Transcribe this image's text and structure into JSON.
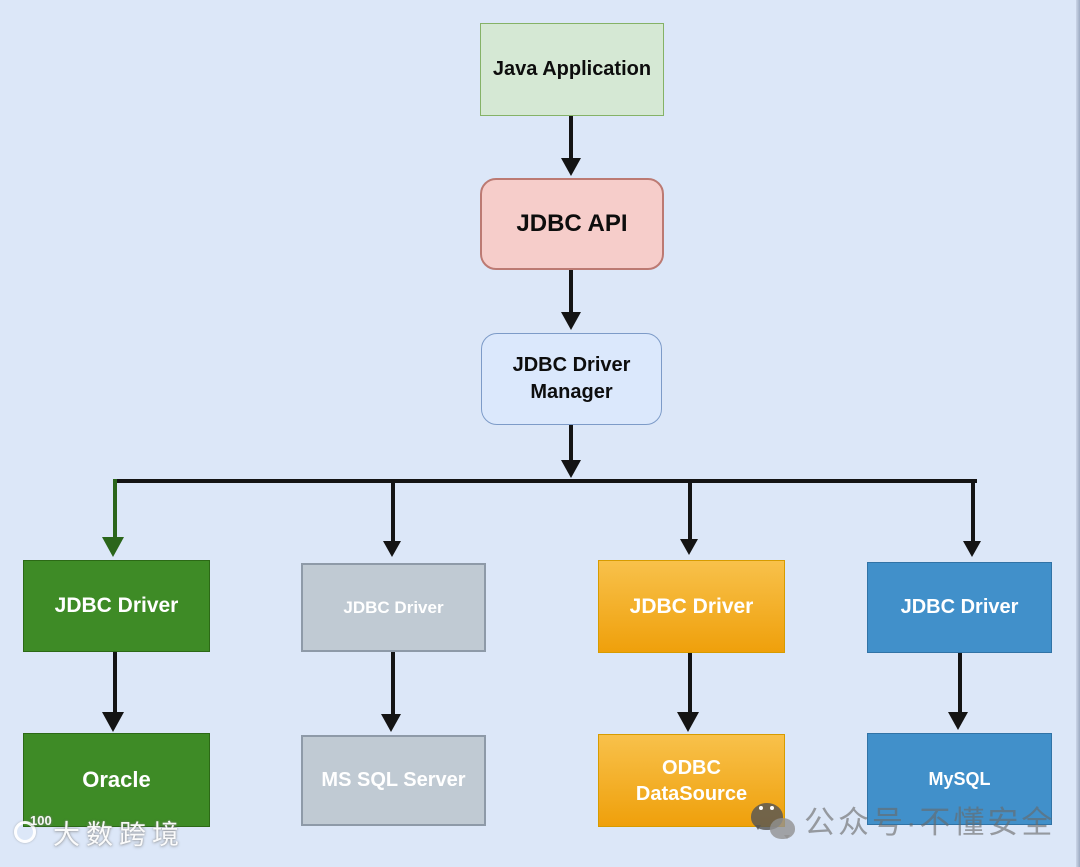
{
  "page": {
    "background": "#dce7f8"
  },
  "diagram": {
    "nodes": {
      "java_app": {
        "label": "Java Application",
        "fill": "#d5e8d4",
        "border": "#85b267",
        "text_color": "#000000"
      },
      "jdbc_api": {
        "label": "JDBC API",
        "fill": "#f6cdca",
        "border": "#bc7a73",
        "text_color": "#000000"
      },
      "driver_manager": {
        "label": "JDBC Driver Manager",
        "fill": "#dbe8fc",
        "border": "#7d9bc8",
        "text_color": "#000000"
      },
      "driver_oracle": {
        "label": "JDBC Driver",
        "fill": "#3e8b26",
        "border": "#2c6916",
        "text_color": "#ffffff"
      },
      "driver_mssql": {
        "label": "JDBC Driver",
        "fill": "#c0cad3",
        "border": "#8e9aa8",
        "text_color": "#ffffff"
      },
      "driver_odbc": {
        "label": "JDBC Driver",
        "fill_top": "#f8c14b",
        "fill_bottom": "#efa00b",
        "border": "#d79b00",
        "text_color": "#ffffff"
      },
      "driver_mysql": {
        "label": "JDBC Driver",
        "fill": "#4190ca",
        "border": "#3173a6",
        "text_color": "#ffffff"
      },
      "db_oracle": {
        "label": "Oracle",
        "fill": "#3e8b26",
        "border": "#2c6916",
        "text_color": "#ffffff"
      },
      "db_mssql": {
        "label": "MS SQL Server",
        "fill": "#c0cad3",
        "border": "#8e9aa8",
        "text_color": "#ffffff"
      },
      "db_odbc": {
        "label": "ODBC DataSource",
        "fill_top": "#f8c14b",
        "fill_bottom": "#efa00b",
        "border": "#d79b00",
        "text_color": "#ffffff"
      },
      "db_mysql": {
        "label": "MySQL",
        "fill": "#4190ca",
        "border": "#3173a6",
        "text_color": "#ffffff"
      }
    },
    "edges": {
      "arrow_color": "#141414",
      "green_arrow_color": "#2b661b"
    }
  },
  "watermarks": {
    "left": {
      "logo_text": "100",
      "text": "大数跨境"
    },
    "right": {
      "icon": "wechat-icon",
      "text": "公众号·不懂安全"
    }
  }
}
